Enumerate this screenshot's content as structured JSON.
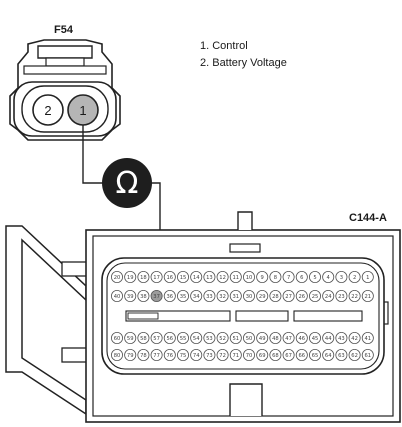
{
  "diagram": {
    "connector_top": {
      "name": "F54",
      "pins": [
        "1",
        "2"
      ],
      "legend": [
        "1. Control",
        "2. Battery Voltage"
      ]
    },
    "meter_symbol": "Ω",
    "connector_bottom": {
      "name": "C144-A",
      "pin_rows": [
        [
          "20",
          "19",
          "18",
          "17",
          "16",
          "15",
          "14",
          "13",
          "12",
          "11",
          "10",
          "9",
          "8",
          "7",
          "6",
          "5",
          "4",
          "3",
          "2",
          "1"
        ],
        [
          "40",
          "39",
          "38",
          "37",
          "36",
          "35",
          "34",
          "33",
          "32",
          "31",
          "30",
          "29",
          "28",
          "27",
          "26",
          "25",
          "24",
          "23",
          "22",
          "21"
        ],
        [
          "60",
          "59",
          "58",
          "57",
          "56",
          "55",
          "54",
          "53",
          "52",
          "51",
          "50",
          "49",
          "48",
          "47",
          "46",
          "45",
          "44",
          "43",
          "42",
          "41"
        ],
        [
          "80",
          "79",
          "78",
          "77",
          "76",
          "75",
          "74",
          "73",
          "72",
          "71",
          "70",
          "69",
          "68",
          "67",
          "66",
          "65",
          "64",
          "63",
          "62",
          "61"
        ]
      ],
      "probe_pin": "37"
    }
  }
}
